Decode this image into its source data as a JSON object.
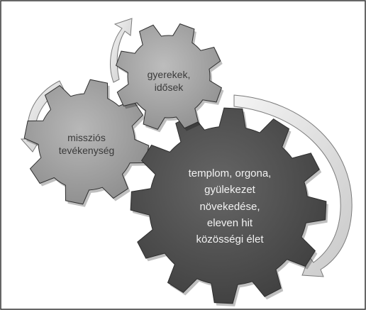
{
  "diagram": {
    "gears": [
      {
        "id": "top",
        "lines": [
          "gyerekek,",
          "idősek"
        ],
        "fill": "#a9a9a9"
      },
      {
        "id": "left",
        "lines": [
          "missziós",
          "tevékenység"
        ],
        "fill": "#a5a5a5"
      },
      {
        "id": "big",
        "lines": [
          "templom, orgona,",
          "gyülekezet",
          "növekedése,",
          "eleven hit",
          "közösségi élet"
        ],
        "fill": "#555555"
      }
    ],
    "arrow_color": "#dcdcdc",
    "frame_color": "#333333"
  }
}
